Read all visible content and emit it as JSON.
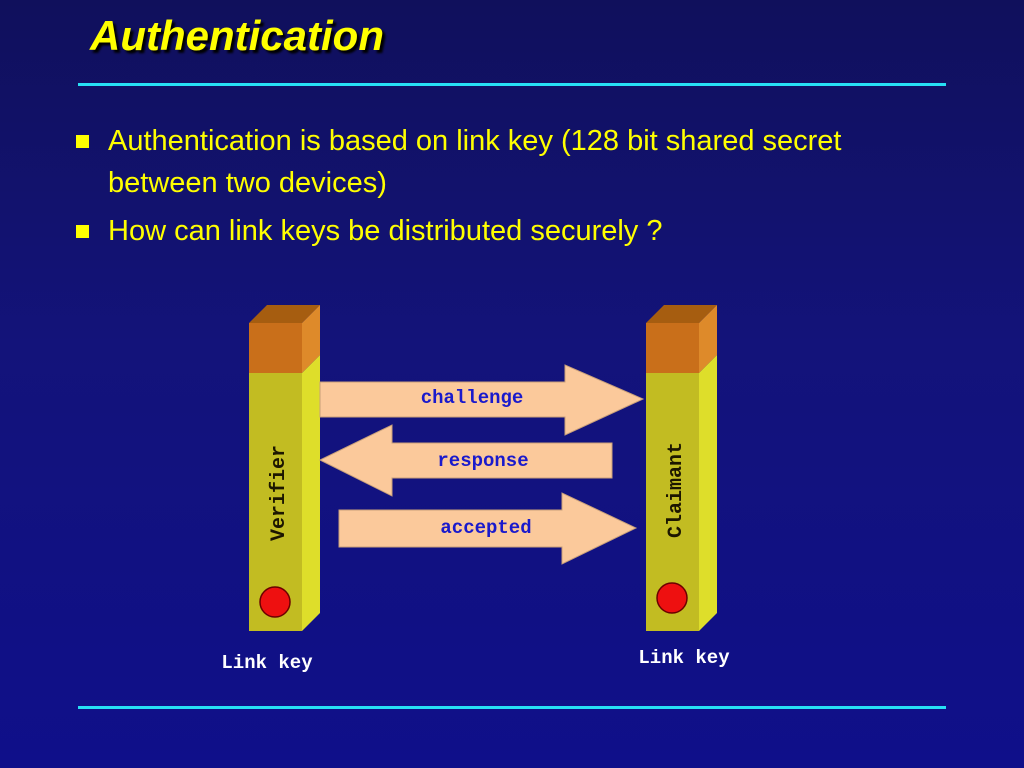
{
  "slide": {
    "title": "Authentication",
    "bullets": [
      "Authentication is based on link key (128 bit shared secret between two devices)",
      "How can link keys be distributed securely ?"
    ]
  },
  "diagram": {
    "verifier": {
      "label": "Verifier",
      "key_label": "Link key"
    },
    "claimant": {
      "label": "Claimant",
      "key_label": "Link key"
    },
    "messages": [
      {
        "label": "challenge",
        "direction": "right"
      },
      {
        "label": "response",
        "direction": "left"
      },
      {
        "label": "accepted",
        "direction": "right"
      }
    ]
  },
  "colors": {
    "background": "#13137a",
    "title": "#ffff00",
    "bullet_text": "#ffff00",
    "rule": "#27e0f5",
    "column_face": "#c2bc22",
    "column_side": "#dede2a",
    "column_cap_front": "#c96f1a",
    "column_cap_top": "#a65d10",
    "column_cap_side": "#de8a2a",
    "arrow_fill": "#fbc99b",
    "message_text": "#1a1acc",
    "column_text": "#1c1600",
    "key_text": "#ffffff",
    "key_dot": "#ee1010"
  }
}
